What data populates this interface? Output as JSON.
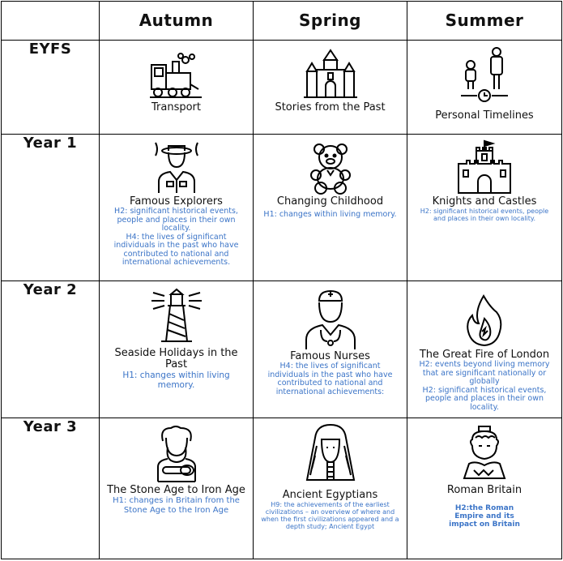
{
  "headers": {
    "corner": "",
    "autumn": "Autumn",
    "spring": "Spring",
    "summer": "Summer"
  },
  "rows": [
    {
      "year": "EYFS",
      "autumn": {
        "topic": "Transport",
        "icon": "train-icon",
        "objectives": []
      },
      "spring": {
        "topic": "Stories from the Past",
        "icon": "castle-icon",
        "objectives": []
      },
      "summer": {
        "topic": "Personal Timelines",
        "icon": "growth-timeline-icon",
        "objectives": []
      }
    },
    {
      "year": "Year 1",
      "autumn": {
        "topic": "Famous Explorers",
        "icon": "explorer-icon",
        "objectives": [
          "H2: significant historical events, people and places  in their own locality.",
          "H4: the lives of significant individuals in the past who have contributed to national and international achievements."
        ]
      },
      "spring": {
        "topic": "Changing Childhood",
        "icon": "teddy-bear-icon",
        "objectives": [
          "H1: changes within living memory."
        ]
      },
      "summer": {
        "topic": "Knights and Castles",
        "icon": "fort-icon",
        "objectives": [
          "H2: significant historical events, people and places  in their own locality."
        ]
      }
    },
    {
      "year": "Year 2",
      "autumn": {
        "topic": "Seaside Holidays in the Past",
        "icon": "lighthouse-icon",
        "objectives": [
          "H1: changes within living memory."
        ]
      },
      "spring": {
        "topic": "Famous Nurses",
        "icon": "nurse-icon",
        "objectives": [
          "H4: the lives of significant individuals in the past who have contributed to national and international achievements:"
        ]
      },
      "summer": {
        "topic": "The Great Fire of London",
        "icon": "fire-icon",
        "objectives": [
          "H2: events beyond living memory that are significant nationally or globally",
          "H2: significant historical events, people and places  in their own locality."
        ]
      }
    },
    {
      "year": "Year 3",
      "autumn": {
        "topic": "The Stone Age to Iron Age",
        "icon": "caveman-icon",
        "objectives": [
          "H1: changes in Britain from the Stone Age to the Iron Age"
        ]
      },
      "spring": {
        "topic": "Ancient  Egyptians",
        "icon": "pharaoh-icon",
        "objectives": [
          "H9: the achievements of the earliest civilizations – an overview of where and when the first civilizations appeared and a depth study; Ancient Egypt"
        ]
      },
      "summer": {
        "topic": "Roman Britain",
        "icon": "roman-bust-icon",
        "objectives": [
          "H2:the Roman Empire and its impact on Britain"
        ]
      }
    }
  ]
}
